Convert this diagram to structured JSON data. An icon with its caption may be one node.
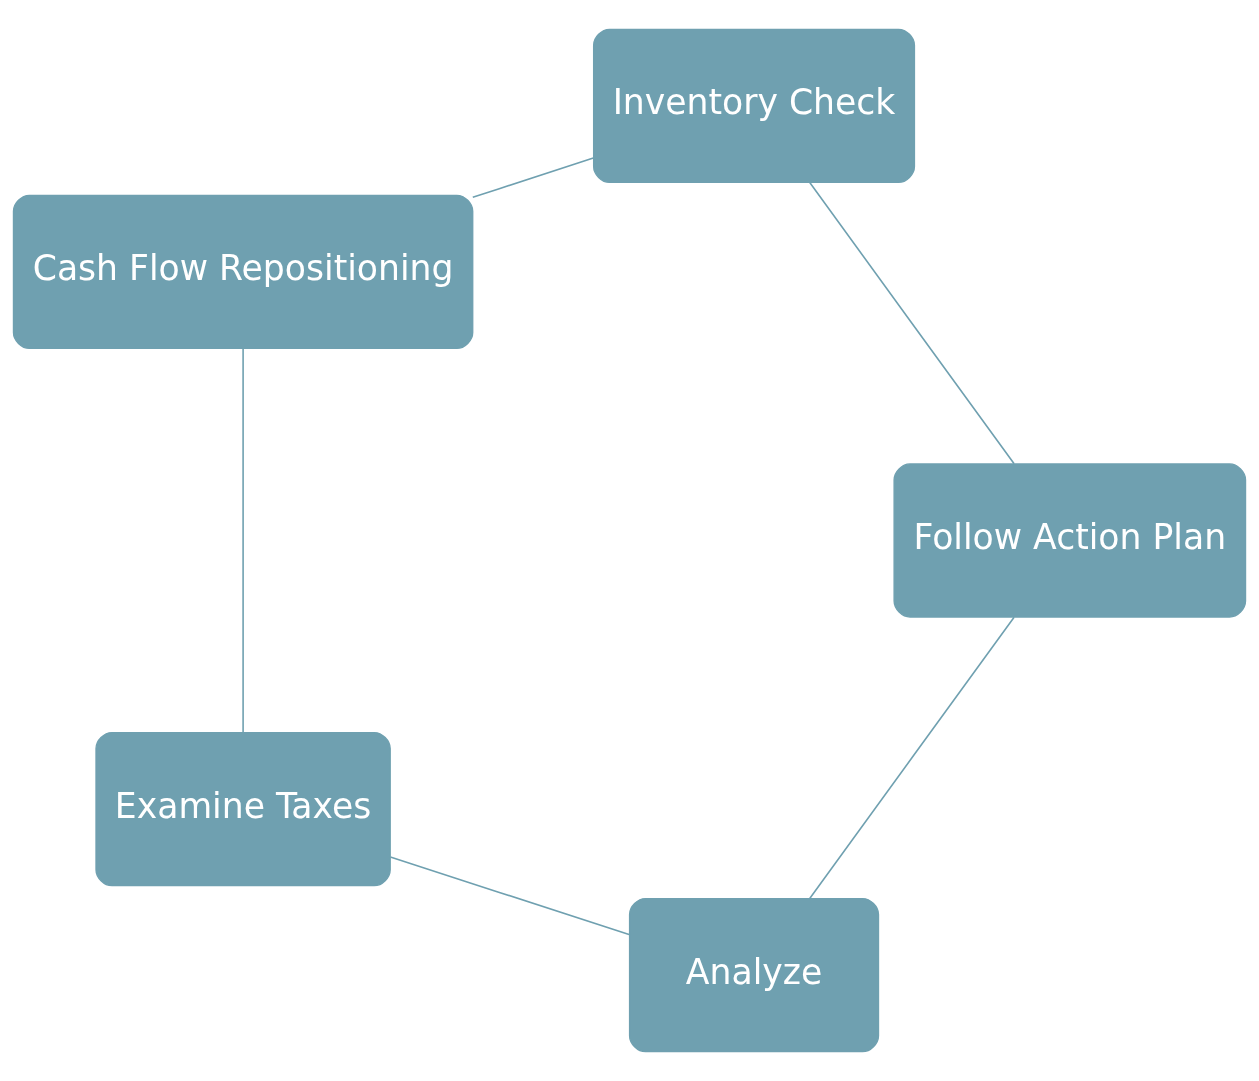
{
  "diagram": {
    "nodes": [
      {
        "text": [
          "Analyze"
        ]
      },
      {
        "text": [
          "Examine Taxes"
        ]
      },
      {
        "text": [
          "Cash Flow Repositioning"
        ]
      },
      {
        "text": [
          "Inventory Check"
        ]
      },
      {
        "text": [
          "Follow Action Plan"
        ]
      }
    ],
    "edges": [
      {
        "from": 0,
        "to": 1,
        "arrow": "none"
      },
      {
        "from": 1,
        "to": 2,
        "arrow": "none"
      },
      {
        "from": 2,
        "to": 3,
        "arrow": "none"
      },
      {
        "from": 3,
        "to": 4,
        "arrow": "none"
      },
      {
        "from": 4,
        "to": 0,
        "arrow": "none"
      }
    ]
  }
}
